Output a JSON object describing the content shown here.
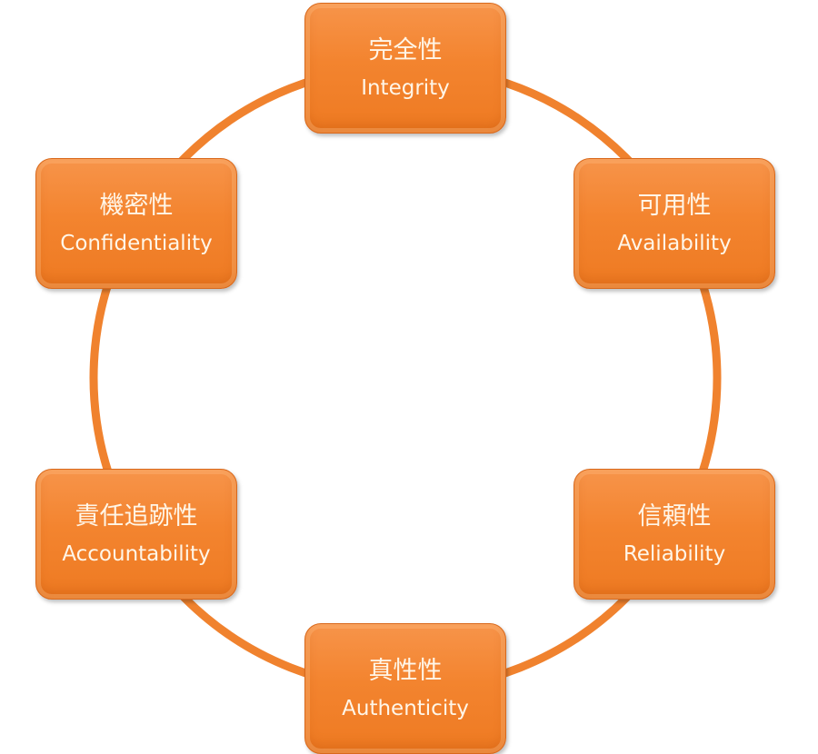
{
  "colors": {
    "ring": "#f0822e",
    "box": "#f3842f",
    "text": "#fff6e8"
  },
  "nodes": [
    {
      "jp": "完全性",
      "en": "Integrity"
    },
    {
      "jp": "可用性",
      "en": "Availability"
    },
    {
      "jp": "信頼性",
      "en": "Reliability"
    },
    {
      "jp": "真性性",
      "en": "Authenticity"
    },
    {
      "jp": "責任追跡性",
      "en": "Accountability"
    },
    {
      "jp": "機密性",
      "en": "Confidentiality"
    }
  ]
}
